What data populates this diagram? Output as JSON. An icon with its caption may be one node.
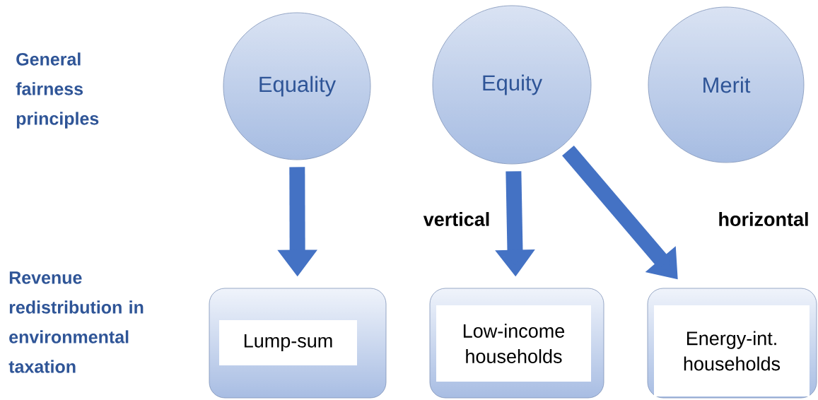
{
  "diagram": {
    "nodes": [
      {
        "text": [
          "Equality"
        ]
      },
      {
        "text": [
          "Equity"
        ]
      },
      {
        "text": [
          "Merit"
        ]
      },
      {
        "text": [
          "Lump-sum"
        ]
      },
      {
        "text": [
          "Low-income households"
        ]
      },
      {
        "text": [
          "Energy-int. households"
        ]
      }
    ],
    "edges": [
      {
        "from": 0,
        "to": 3,
        "arrow": "to"
      },
      {
        "from": 1,
        "to": 4,
        "arrow": "to",
        "label": "vertical"
      },
      {
        "from": 1,
        "to": 5,
        "arrow": "to",
        "label": "horizontal"
      }
    ],
    "labels": [
      "General fairness principles",
      "Revenue redistribution in environmental taxation"
    ]
  }
}
